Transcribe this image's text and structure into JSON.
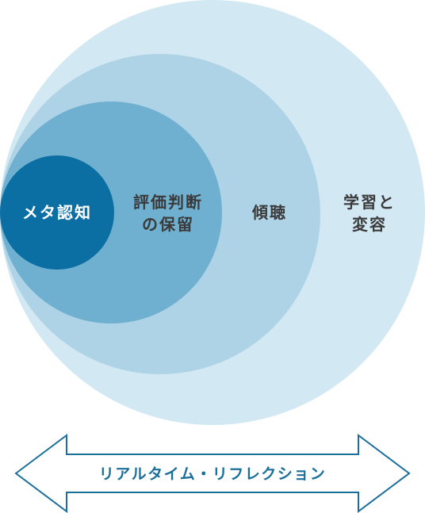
{
  "diagram": {
    "circles": [
      {
        "id": "outer",
        "lines": [
          "学習と",
          "変容"
        ],
        "fill": "#d2e8f2"
      },
      {
        "id": "third",
        "lines": [
          "傾聴"
        ],
        "fill": "#aed3e6"
      },
      {
        "id": "second",
        "lines": [
          "評価判断",
          "の保留"
        ],
        "fill": "#6fb0d0"
      },
      {
        "id": "inner",
        "lines": [
          "メタ認知"
        ],
        "fill": "#0c6fa3"
      }
    ],
    "arrow": {
      "label": "リアルタイム・リフレクション",
      "stroke": "#1a6f9a",
      "text_color": "#1a6f9a"
    },
    "colors": {
      "dark_text": "#3a3a3a",
      "light_text": "#ffffff"
    }
  }
}
